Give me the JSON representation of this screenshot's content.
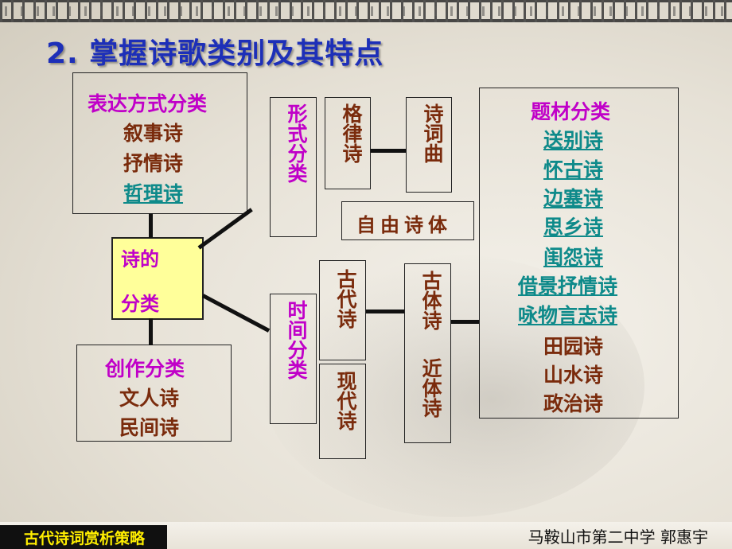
{
  "title": "2. 掌握诗歌类别及其特点",
  "center": {
    "line1": "诗的",
    "line2": "分类"
  },
  "expression": {
    "heading": "表达方式分类",
    "items": [
      "叙事诗",
      "抒情诗",
      "哲理诗"
    ]
  },
  "creation": {
    "heading": "创作分类",
    "items": [
      "文人诗",
      "民间诗"
    ]
  },
  "form": {
    "heading": "形式分类",
    "lvl1": "格律诗",
    "lvl2": "诗词曲",
    "free": "自由诗体"
  },
  "time": {
    "heading": "时间分类",
    "ancient": "古代诗",
    "modern": "现代诗",
    "ancient_style": "古体诗",
    "recent_style": "近体诗"
  },
  "subject": {
    "heading": "题材分类",
    "items": [
      "送别诗",
      "怀古诗",
      "边塞诗",
      "思乡诗",
      "闺怨诗",
      "借景抒情诗",
      "咏物言志诗",
      "田园诗",
      "山水诗",
      "政治诗"
    ]
  },
  "footer": {
    "left": "古代诗词赏析策略",
    "right": "马鞍山市第二中学  郭惠宇"
  },
  "colors": {
    "title": "#1d2fb8",
    "heading": "#c000c8",
    "item": "#7a2b0c",
    "link": "#0e8a8a",
    "center_bg": "#ffff9a"
  }
}
